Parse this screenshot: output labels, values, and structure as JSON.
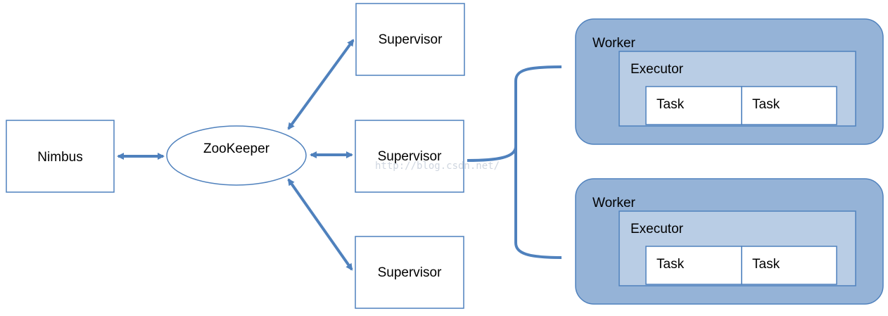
{
  "nodes": {
    "nimbus": "Nimbus",
    "zookeeper": "ZooKeeper",
    "supervisor_top": "Supervisor",
    "supervisor_middle": "Supervisor",
    "supervisor_bottom": "Supervisor"
  },
  "workers": [
    {
      "label": "Worker",
      "executor": "Executor",
      "tasks": [
        "Task",
        "Task"
      ]
    },
    {
      "label": "Worker",
      "executor": "Executor",
      "tasks": [
        "Task",
        "Task"
      ]
    }
  ],
  "watermark": "http://blog.csdn.net/",
  "colors": {
    "arrow": "#4f81bd",
    "box_border": "#4f81bd",
    "worker_fill": "#95b3d7",
    "executor_fill": "#b9cde5",
    "task_fill": "#ffffff"
  }
}
